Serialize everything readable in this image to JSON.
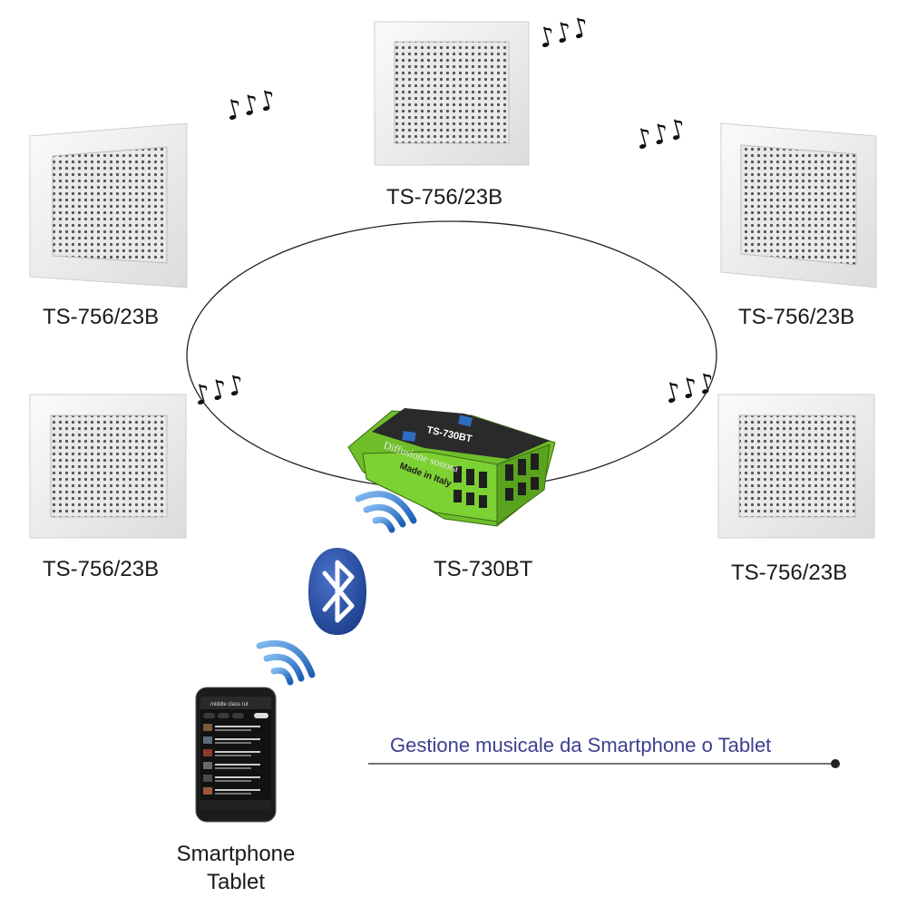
{
  "speakers": [
    {
      "label": "TS-756/23B"
    },
    {
      "label": "TS-756/23B"
    },
    {
      "label": "TS-756/23B"
    },
    {
      "label": "TS-756/23B"
    },
    {
      "label": "TS-756/23B"
    }
  ],
  "notes": {
    "glyph": "♪♪♪"
  },
  "amplifier": {
    "label": "TS-730BT",
    "model_marking": "TS-730BT",
    "brand_marking": "Diffusione sonora",
    "origin_marking": "Made in Italy"
  },
  "bluetooth": {
    "icon": "bluetooth-icon",
    "color": "#2d4fa3"
  },
  "phone": {
    "screen_title": "middle class rut",
    "label_line1": "Smartphone",
    "label_line2": "Tablet"
  },
  "caption": {
    "text": "Gestione musicale da Smartphone o Tablet",
    "color": "#3c3f8f"
  }
}
